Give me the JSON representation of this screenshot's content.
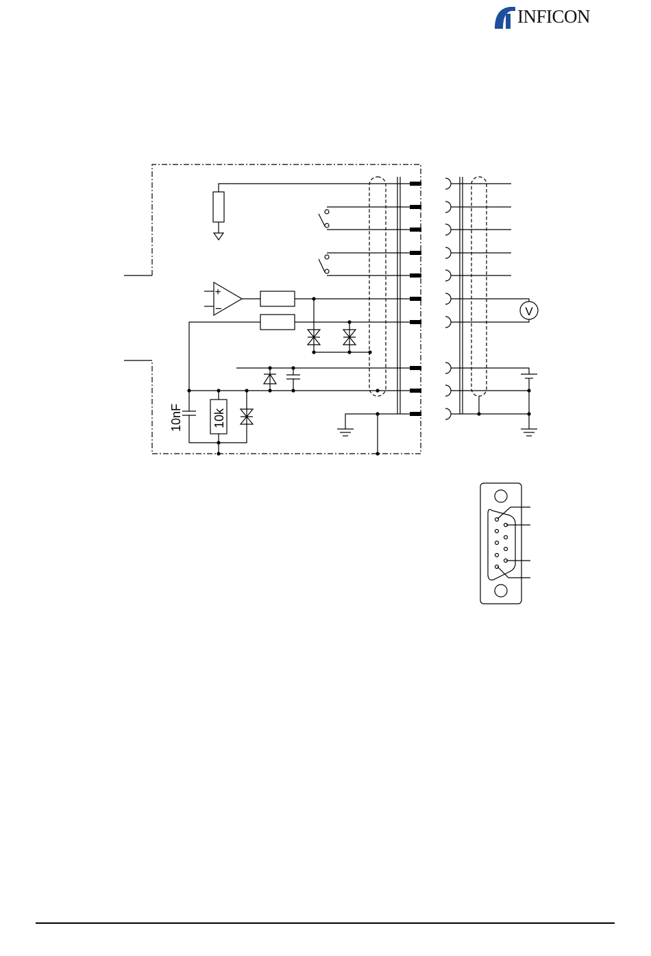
{
  "header": {
    "brand": "INFICON"
  },
  "schematic": {
    "capacitor_label": "10nF",
    "resistor_label": "10k",
    "voltmeter_label": "V",
    "amp_plus": "+",
    "amp_minus": "−"
  },
  "colors": {
    "brand_blue": "#1d4f9c",
    "line": "#000000"
  }
}
